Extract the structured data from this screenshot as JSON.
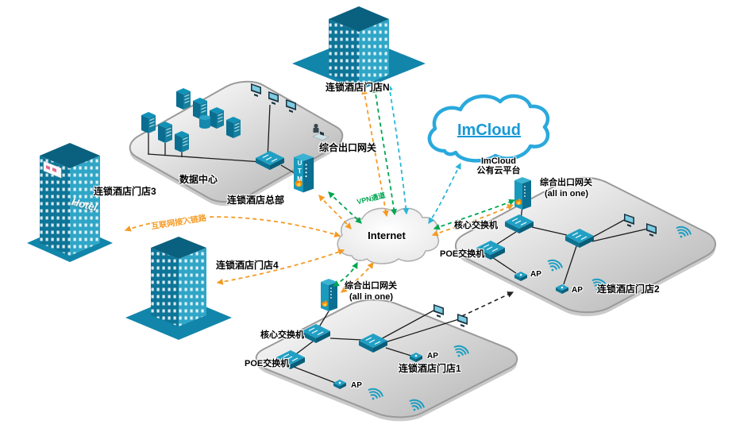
{
  "clouds": {
    "internet_label": "Internet",
    "imcloud_logo": "ImCloud",
    "imcloud_caption_1": "ImCloud",
    "imcloud_caption_2": "公有云平台"
  },
  "links": {
    "vpn": "VPN通道",
    "access": "互联网接入链路"
  },
  "hq": {
    "gateway": "综合出口网关",
    "datacenter": "数据中心",
    "site": "连锁酒店总部",
    "utm": "UTM"
  },
  "branches": {
    "n": {
      "site": "连锁酒店门店N"
    },
    "b3": {
      "site": "连锁酒店门店3",
      "sign": "Hotel"
    },
    "b4": {
      "site": "连锁酒店门店4"
    },
    "b2": {
      "gateway_line1": "综合出口网关",
      "gateway_line2": "(all in one)",
      "core": "核心交换机",
      "poe": "POE交换机",
      "ap_a": "AP",
      "ap_b": "AP",
      "site": "连锁酒店门店2"
    },
    "b1": {
      "gateway_line1": "综合出口网关",
      "gateway_line2": "(all in one)",
      "core": "核心交换机",
      "poe": "POE交换机",
      "ap_a": "AP",
      "ap_b": "AP",
      "site": "连锁酒店门店1"
    }
  },
  "colors": {
    "vpn_green": "#00a651",
    "access_orange": "#f59a23",
    "cloud_link_cyan": "#29b6d8",
    "device_teal": "#1588ad"
  }
}
